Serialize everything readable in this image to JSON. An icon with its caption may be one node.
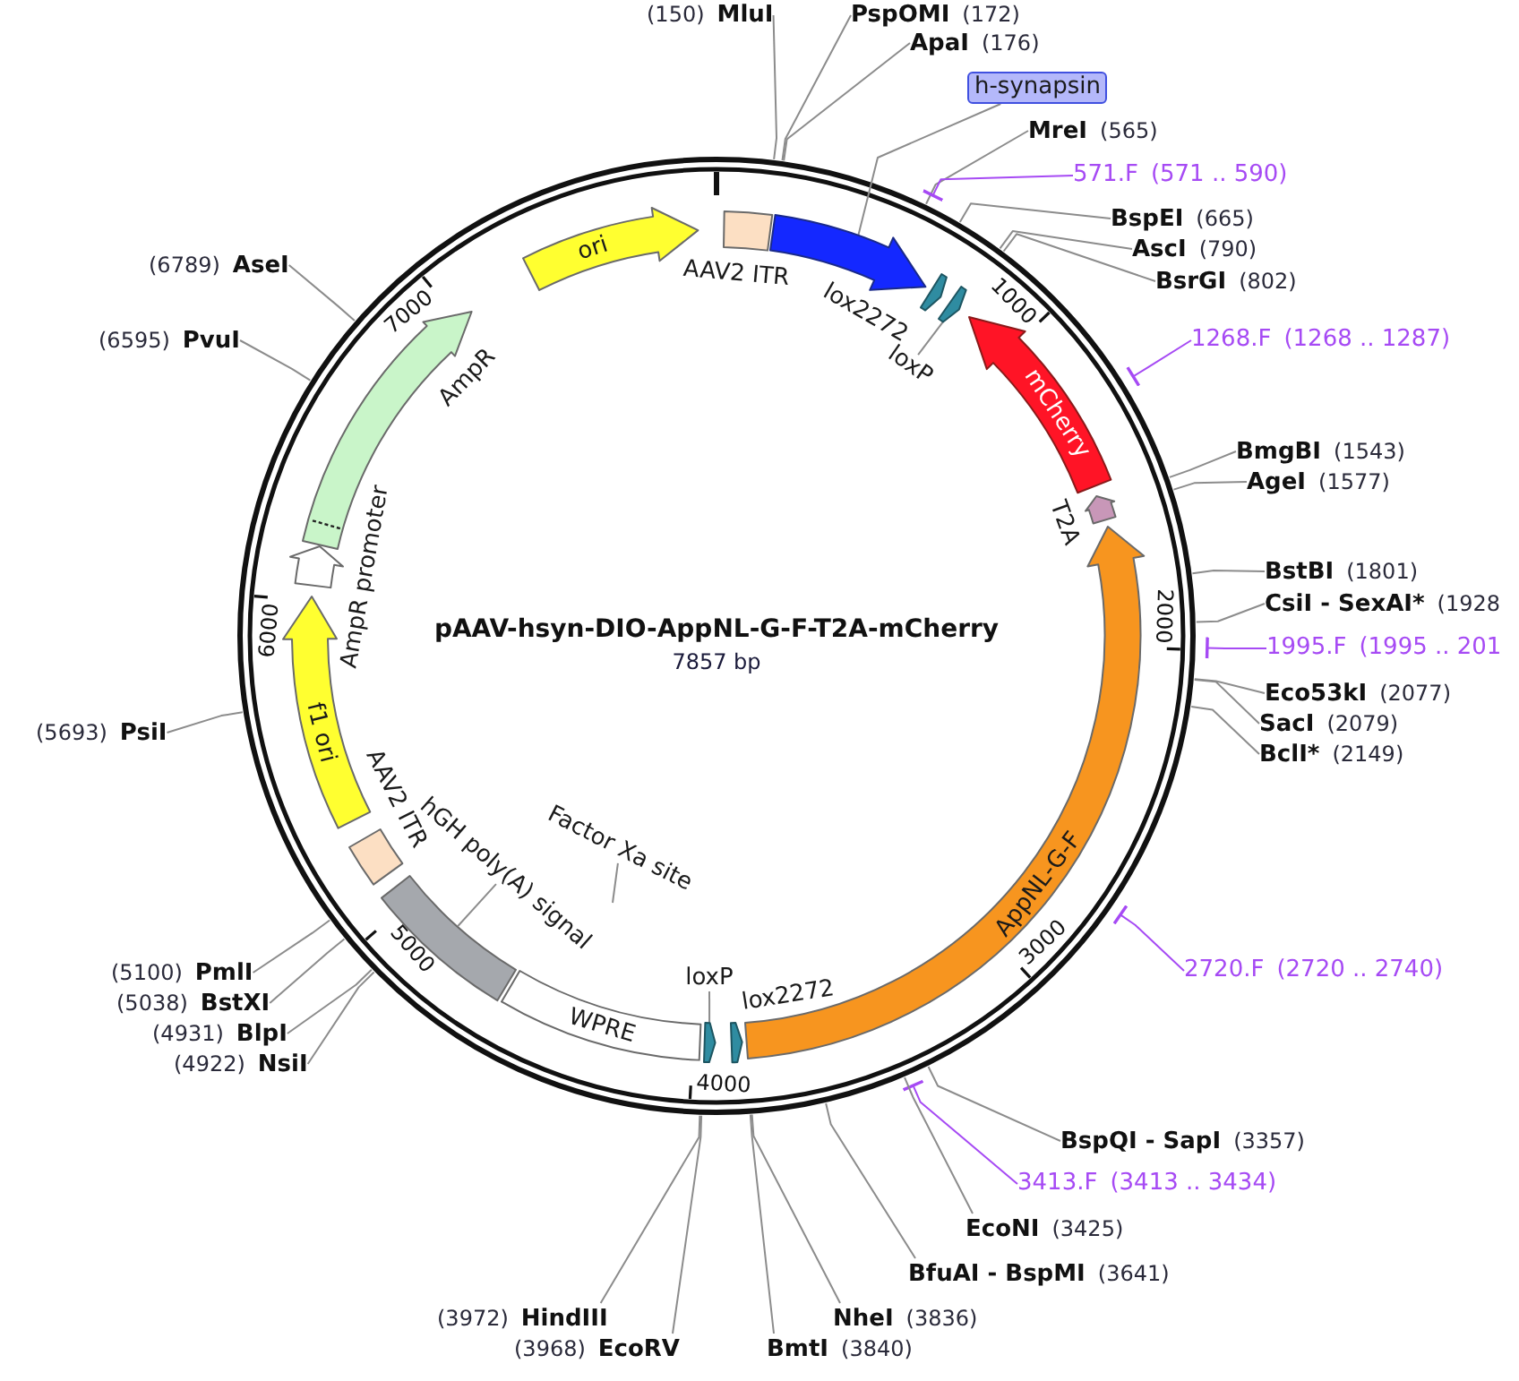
{
  "diagram": {
    "title": "pAAV-hsyn-DIO-AppNL-G-F-T2A-mCherry",
    "nodes": [
      {
        "text": [
          "AAV2 ITR"
        ]
      },
      {
        "text": [
          "h-synapsin"
        ]
      },
      {
        "text": [],
        "shape": "arrow"
      },
      {
        "text": [
          "lox2272"
        ]
      },
      {
        "text": [
          "loxP"
        ]
      },
      {
        "text": [],
        "shape": "arrow"
      },
      {
        "text": [
          "mCherry"
        ]
      },
      {
        "text": [
          "T2A"
        ]
      },
      {
        "text": [
          "AppNL-G-F"
        ]
      },
      {
        "text": [
          "lox2272"
        ]
      },
      {
        "text": [
          "loxP"
        ]
      },
      {
        "text": [],
        "shape": "arrow"
      },
      {
        "text": [
          "WPRE"
        ]
      },
      {
        "text": [
          "hGH poly(A) signal"
        ]
      },
      {
        "text": [],
        "shape": "bar"
      },
      {
        "text": [
          "AAV2 ITR"
        ]
      },
      {
        "text": [
          "Factor Xa site"
        ]
      },
      {
        "text": [
          "f1 ori"
        ]
      },
      {
        "text": [
          "AmpR promoter"
        ]
      },
      {
        "text": [
          "AmpR"
        ]
      },
      {
        "text": [
          "ori"
        ]
      },
      {
        "text": [
          "(150)",
          "MluI"
        ]
      },
      {
        "text": [
          "PspOMI",
          "(172)"
        ]
      },
      {
        "text": [
          "ApaI",
          "(176)"
        ]
      },
      {
        "text": [
          "MreI",
          "(565)"
        ]
      },
      {
        "text": [
          "571.F",
          "(571 .. 590)"
        ]
      },
      {
        "text": [
          "BspEI",
          "(665)"
        ]
      },
      {
        "text": [
          "AscI",
          "(790)"
        ]
      },
      {
        "text": [
          "BsrGI",
          "(802)"
        ]
      },
      {
        "text": [
          "1268.F",
          "(1268 .. 1287)"
        ]
      },
      {
        "text": [
          "BmgBI",
          "(1543)"
        ]
      },
      {
        "text": [
          "AgeI",
          "(1577)"
        ]
      },
      {
        "text": [
          "BstBI",
          "(1801)"
        ]
      },
      {
        "text": [
          "CsiI - SexAI*",
          "(1928"
        ]
      },
      {
        "text": [
          "1995.F",
          "(1995 .. 201"
        ]
      },
      {
        "text": [
          "Eco53kI",
          "(2077)"
        ]
      },
      {
        "text": [
          "SacI",
          "(2079)"
        ]
      },
      {
        "text": [
          "BclI*",
          "(2149)"
        ]
      },
      {
        "text": [
          "2720.F",
          "(2720 .. 2740)"
        ]
      },
      {
        "text": [
          "BspQI - SapI",
          "(3357)"
        ]
      },
      {
        "text": [
          "3413.F",
          "(3413 .. 3434)"
        ]
      },
      {
        "text": [
          "EcoNI",
          "(3425)"
        ]
      },
      {
        "text": [
          "BfuAI - BspMI",
          "(3641)"
        ]
      },
      {
        "text": [
          "NheI",
          "(3836)"
        ]
      },
      {
        "text": [
          "BmtI",
          "(3840)"
        ]
      },
      {
        "text": [
          "(3968)",
          "EcoRV"
        ]
      },
      {
        "text": [
          "(3972)",
          "HindIII"
        ]
      },
      {
        "text": [
          "(4922)",
          "NsiI"
        ]
      },
      {
        "text": [
          "(4931)",
          "BlpI"
        ]
      },
      {
        "text": [
          "(5038)",
          "BstXI"
        ]
      },
      {
        "text": [
          "(5100)",
          "PmlI"
        ]
      },
      {
        "text": [
          "(5693)",
          "PsiI"
        ]
      },
      {
        "text": [
          "(6595)",
          "PvuI"
        ]
      },
      {
        "text": [
          "(6789)",
          "AseI"
        ]
      }
    ],
    "edges": [
      {
        "from": 1,
        "to": 2,
        "arrow": "none"
      },
      {
        "from": 4,
        "to": 5,
        "arrow": "none"
      },
      {
        "from": 10,
        "to": 11,
        "arrow": "none"
      },
      {
        "from": 13,
        "to": 14,
        "arrow": "none"
      },
      {
        "from": 16,
        "to": null,
        "arrow": "none"
      },
      {
        "from": 21,
        "to": null,
        "arrow": "none"
      },
      {
        "from": 22,
        "to": null,
        "arrow": "none"
      },
      {
        "from": 23,
        "to": null,
        "arrow": "none"
      },
      {
        "from": 24,
        "to": null,
        "arrow": "none"
      },
      {
        "from": 25,
        "to": null,
        "arrow": "other",
        "color": "#a64af4"
      },
      {
        "from": 26,
        "to": null,
        "arrow": "none"
      },
      {
        "from": 27,
        "to": null,
        "arrow": "none"
      },
      {
        "from": 28,
        "to": null,
        "arrow": "none"
      },
      {
        "from": 29,
        "to": null,
        "arrow": "other",
        "color": "#a64af4"
      },
      {
        "from": 30,
        "to": null,
        "arrow": "none"
      },
      {
        "from": 31,
        "to": null,
        "arrow": "none"
      },
      {
        "from": 32,
        "to": null,
        "arrow": "none"
      },
      {
        "from": 33,
        "to": null,
        "arrow": "none"
      },
      {
        "from": 34,
        "to": null,
        "arrow": "other",
        "color": "#a64af4"
      },
      {
        "from": 35,
        "to": null,
        "arrow": "none"
      },
      {
        "from": 36,
        "to": null,
        "arrow": "none"
      },
      {
        "from": 37,
        "to": null,
        "arrow": "none"
      },
      {
        "from": 38,
        "to": null,
        "arrow": "other",
        "color": "#a64af4"
      },
      {
        "from": 39,
        "to": null,
        "arrow": "none"
      },
      {
        "from": 40,
        "to": null,
        "arrow": "other",
        "color": "#a64af4"
      },
      {
        "from": 41,
        "to": null,
        "arrow": "none"
      },
      {
        "from": 42,
        "to": null,
        "arrow": "none"
      },
      {
        "from": 43,
        "to": null,
        "arrow": "none"
      },
      {
        "from": 44,
        "to": null,
        "arrow": "none"
      },
      {
        "from": 45,
        "to": null,
        "arrow": "none"
      },
      {
        "from": 46,
        "to": null,
        "arrow": "none"
      },
      {
        "from": 47,
        "to": null,
        "arrow": "none"
      },
      {
        "from": 48,
        "to": null,
        "arrow": "none"
      },
      {
        "from": 49,
        "to": null,
        "arrow": "none"
      },
      {
        "from": 50,
        "to": null,
        "arrow": "none"
      },
      {
        "from": 51,
        "to": null,
        "arrow": "none"
      },
      {
        "from": 52,
        "to": null,
        "arrow": "none"
      },
      {
        "from": 53,
        "to": null,
        "arrow": "none"
      }
    ],
    "labels": [
      "7857 bp",
      "1000",
      "2000",
      "3000",
      "4000",
      "5000",
      "6000",
      "7000"
    ]
  }
}
